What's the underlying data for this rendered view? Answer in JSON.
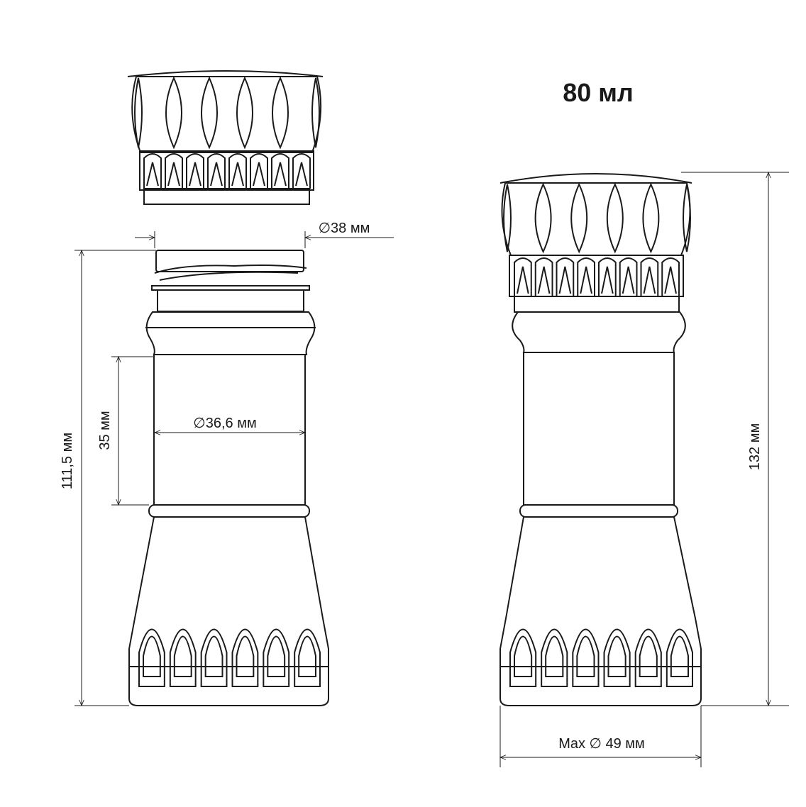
{
  "title": "80 мл",
  "dimensions": {
    "neck_diameter": "∅38 мм",
    "body_diameter": "∅36,6 мм",
    "label_height": "35 мм",
    "bottle_height": "111,5 мм",
    "total_height": "132 мм",
    "max_diameter": "Max ∅ 49 мм"
  },
  "colors": {
    "line": "#1a1a1a",
    "background": "#ffffff"
  }
}
